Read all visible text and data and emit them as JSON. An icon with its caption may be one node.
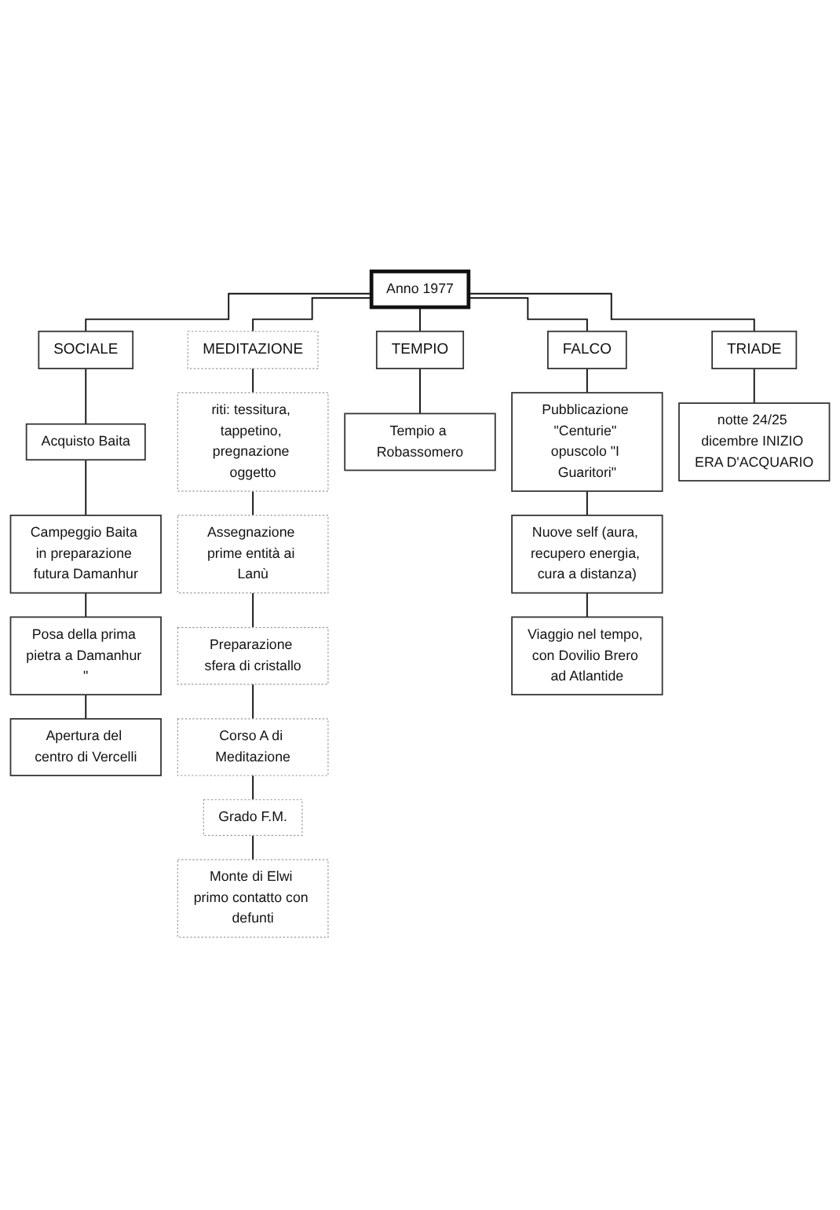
{
  "diagram": {
    "nodes": [
      {
        "text": [
          "Anno 1977"
        ]
      },
      {
        "text": [
          "SOCIALE"
        ]
      },
      {
        "text": [
          "MEDITAZIONE"
        ]
      },
      {
        "text": [
          "TEMPIO"
        ]
      },
      {
        "text": [
          "FALCO"
        ]
      },
      {
        "text": [
          "TRIADE"
        ]
      },
      {
        "text": [
          "Acquisto Baita"
        ]
      },
      {
        "text": [
          "Campeggio Baita in preparazione futura Damanhur"
        ]
      },
      {
        "text": [
          "Posa della prima pietra a Damanhur \""
        ]
      },
      {
        "text": [
          "Apertura del centro di Vercelli"
        ]
      },
      {
        "text": [
          "riti: tessitura, tappetino, pregnazione oggetto"
        ]
      },
      {
        "text": [
          "Assegnazione prime entità ai Lanù"
        ]
      },
      {
        "text": [
          "Preparazione sfera di cristallo"
        ]
      },
      {
        "text": [
          "Corso A di Meditazione"
        ]
      },
      {
        "text": [
          "Grado F.M."
        ]
      },
      {
        "text": [
          "Monte di Elwi primo contatto con defunti"
        ]
      },
      {
        "text": [
          "Tempio a Robassomero"
        ]
      },
      {
        "text": [
          "Pubblicazione \"Centurie\" opuscolo \"I Guaritori\""
        ]
      },
      {
        "text": [
          "Nuove self (aura, recupero energia, cura a distanza)"
        ]
      },
      {
        "text": [
          "Viaggio nel tempo, con Dovilio Brero ad Atlantide"
        ]
      },
      {
        "text": [
          "notte 24/25 dicembre INIZIO ERA D'ACQUARIO"
        ]
      }
    ],
    "edges": [
      {
        "from": 0,
        "to": 1,
        "arrow": "none"
      },
      {
        "from": 0,
        "to": 2,
        "arrow": "none"
      },
      {
        "from": 0,
        "to": 3,
        "arrow": "none"
      },
      {
        "from": 0,
        "to": 4,
        "arrow": "none"
      },
      {
        "from": 0,
        "to": 5,
        "arrow": "none"
      },
      {
        "from": 1,
        "to": 6,
        "arrow": "none"
      },
      {
        "from": 6,
        "to": 7,
        "arrow": "none"
      },
      {
        "from": 7,
        "to": 8,
        "arrow": "none"
      },
      {
        "from": 8,
        "to": 9,
        "arrow": "none"
      },
      {
        "from": 2,
        "to": 10,
        "arrow": "none"
      },
      {
        "from": 10,
        "to": 11,
        "arrow": "none"
      },
      {
        "from": 11,
        "to": 12,
        "arrow": "none"
      },
      {
        "from": 12,
        "to": 13,
        "arrow": "none"
      },
      {
        "from": 13,
        "to": 14,
        "arrow": "none"
      },
      {
        "from": 14,
        "to": 15,
        "arrow": "none"
      },
      {
        "from": 3,
        "to": 16,
        "arrow": "none"
      },
      {
        "from": 4,
        "to": 17,
        "arrow": "none"
      },
      {
        "from": 17,
        "to": 18,
        "arrow": "none"
      },
      {
        "from": 18,
        "to": 19,
        "arrow": "none"
      },
      {
        "from": 5,
        "to": 20,
        "arrow": "none"
      }
    ]
  }
}
